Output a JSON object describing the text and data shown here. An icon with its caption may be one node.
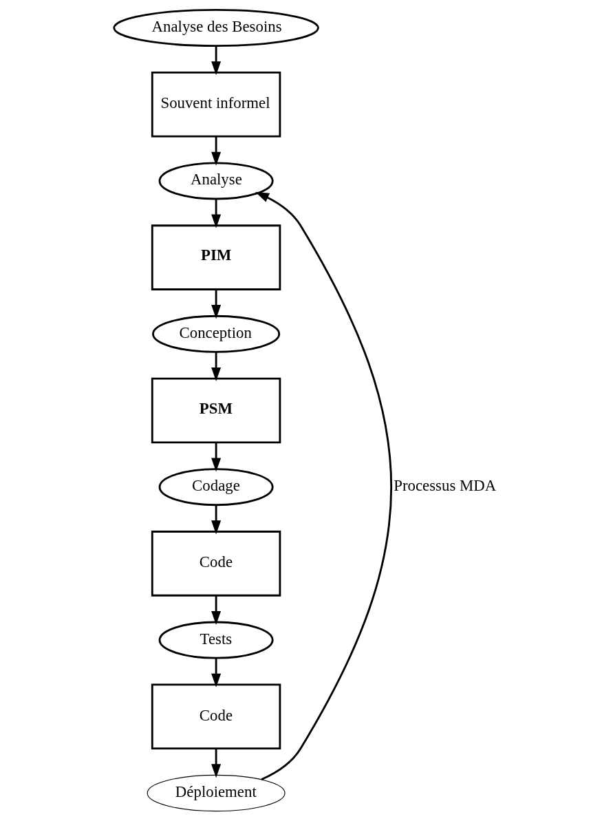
{
  "diagram": {
    "nodes": [
      {
        "text": [
          "Analyse des Besoins"
        ]
      },
      {
        "text": [
          "Souvent informel"
        ]
      },
      {
        "text": [
          "Analyse"
        ]
      },
      {
        "text": [
          "PIM"
        ]
      },
      {
        "text": [
          "Conception"
        ]
      },
      {
        "text": [
          "PSM"
        ]
      },
      {
        "text": [
          "Codage"
        ]
      },
      {
        "text": [
          "Code"
        ]
      },
      {
        "text": [
          "Tests"
        ]
      },
      {
        "text": [
          "Code"
        ]
      },
      {
        "text": [
          "Déploiement"
        ]
      }
    ],
    "edges": [
      {
        "from": 0,
        "to": 1,
        "arrow": "to"
      },
      {
        "from": 1,
        "to": 2,
        "arrow": "to"
      },
      {
        "from": 2,
        "to": 3,
        "arrow": "to"
      },
      {
        "from": 3,
        "to": 4,
        "arrow": "to"
      },
      {
        "from": 4,
        "to": 5,
        "arrow": "to"
      },
      {
        "from": 5,
        "to": 6,
        "arrow": "to"
      },
      {
        "from": 6,
        "to": 7,
        "arrow": "to"
      },
      {
        "from": 7,
        "to": 8,
        "arrow": "to"
      },
      {
        "from": 8,
        "to": 9,
        "arrow": "to"
      },
      {
        "from": 9,
        "to": 10,
        "arrow": "to"
      },
      {
        "from": 10,
        "to": 2,
        "arrow": "to",
        "label": "Processus MDA"
      }
    ]
  }
}
